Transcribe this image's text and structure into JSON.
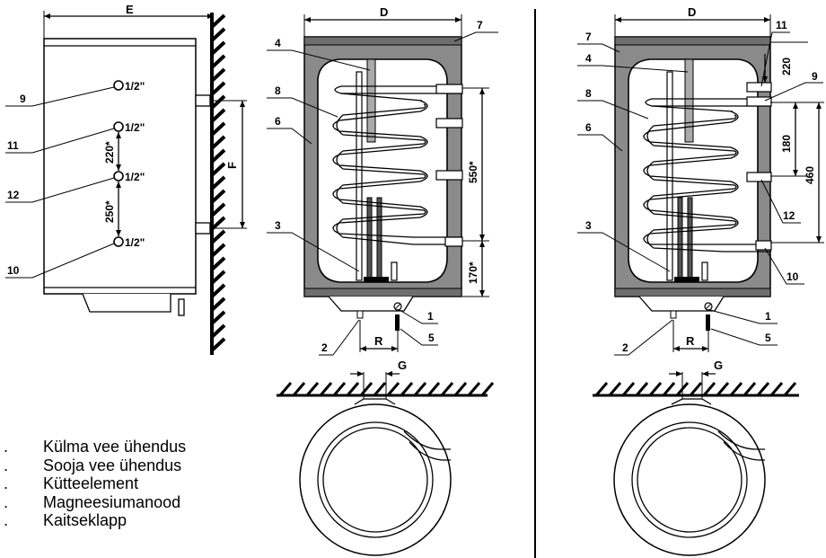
{
  "diagram": {
    "dims": {
      "E": "E",
      "D": "D",
      "F": "F",
      "R": "R",
      "G": "G",
      "d220s": "220*",
      "d250s": "250*",
      "d550s": "550*",
      "d170s": "170*",
      "d220": "220",
      "d180": "180",
      "d460": "460"
    },
    "fittings": {
      "f9": "1/2\"",
      "f11": "1/2\"",
      "f12": "1/2\"",
      "f10": "1/2\""
    },
    "callouts": {
      "n1": "1",
      "n2": "2",
      "n3": "3",
      "n4": "4",
      "n5": "5",
      "n6": "6",
      "n7": "7",
      "n8": "8",
      "n9": "9",
      "n10": "10",
      "n11": "11",
      "n12": "12"
    }
  },
  "legend": [
    {
      "bullet": ".",
      "text": "Külma vee ühendus"
    },
    {
      "bullet": ".",
      "text": "Sooja vee ühendus"
    },
    {
      "bullet": ".",
      "text": "Kütteelement"
    },
    {
      "bullet": ".",
      "text": "Magneesiumanood"
    },
    {
      "bullet": ".",
      "text": "Kaitseklapp"
    }
  ]
}
